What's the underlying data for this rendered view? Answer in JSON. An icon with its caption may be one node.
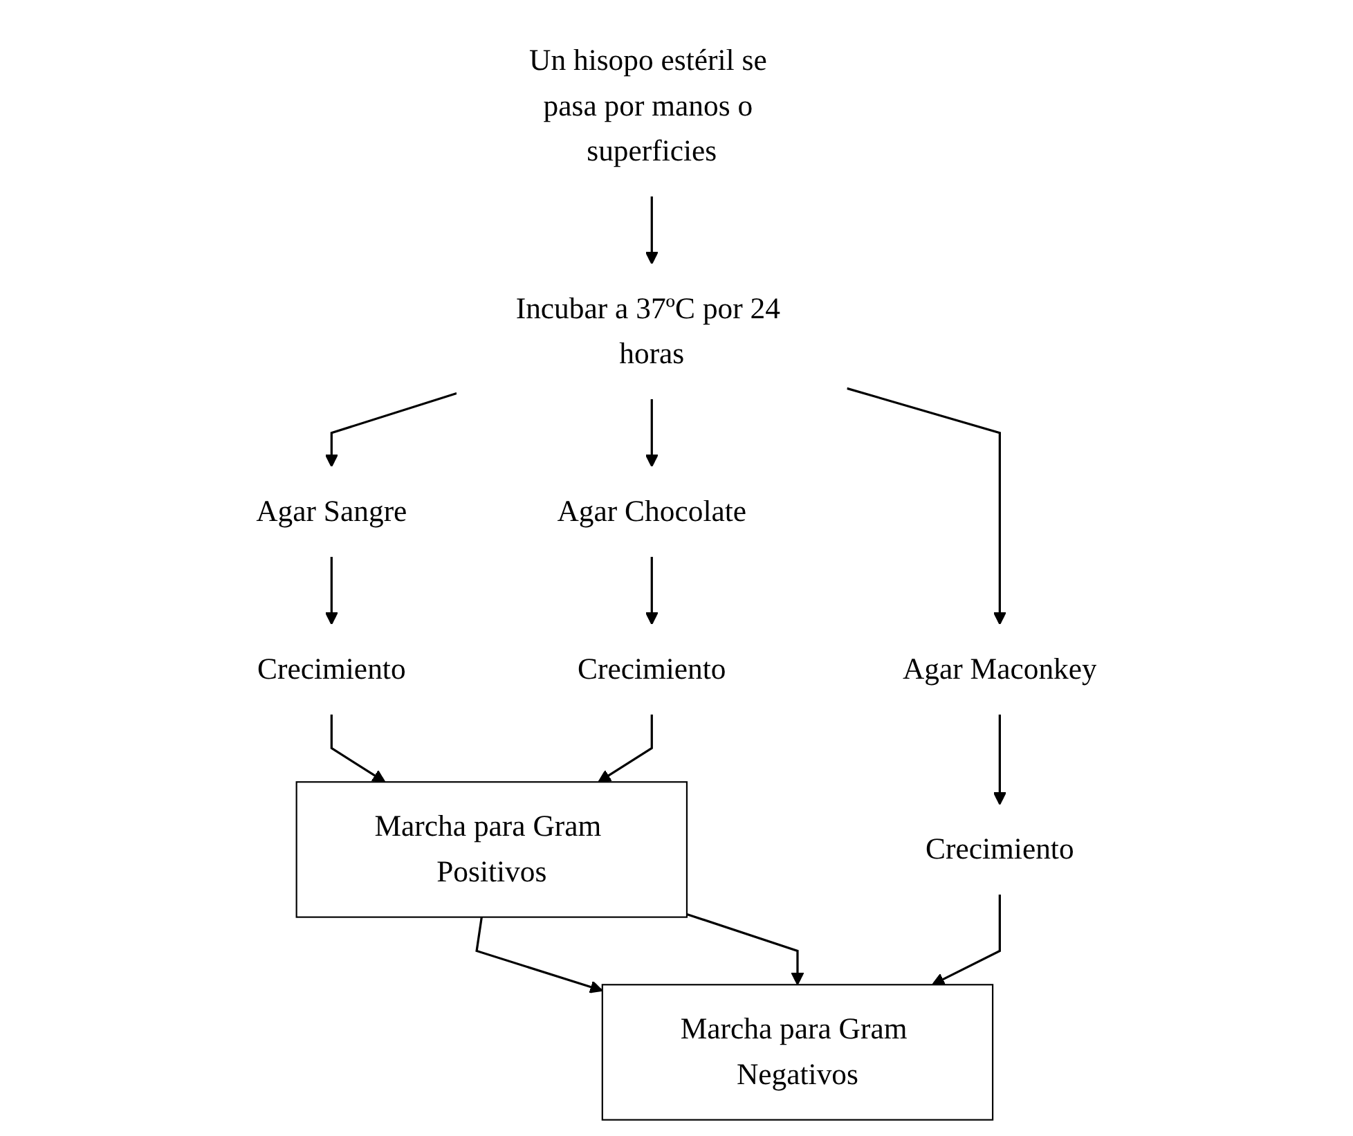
{
  "diagram": {
    "nodes": [
      {
        "text": [
          "Un hisopo estéril se pasa por manos o superficies"
        ]
      },
      {
        "text": [
          "Incubar a 37ºC por 24 horas"
        ]
      },
      {
        "text": [
          "Agar Sangre"
        ]
      },
      {
        "text": [
          "Agar Chocolate"
        ]
      },
      {
        "text": [
          "Agar Maconkey"
        ]
      },
      {
        "text": [
          "Crecimiento"
        ]
      },
      {
        "text": [
          "Crecimiento"
        ]
      },
      {
        "text": [
          "Crecimiento"
        ]
      },
      {
        "text": [
          "Marcha para Gram Positivos"
        ]
      },
      {
        "text": [
          "Marcha para Gram Negativos"
        ]
      }
    ],
    "edges": [
      {
        "from": 0,
        "to": 1,
        "arrow": "to"
      },
      {
        "from": 1,
        "to": 2,
        "arrow": "to"
      },
      {
        "from": 1,
        "to": 3,
        "arrow": "to"
      },
      {
        "from": 1,
        "to": 4,
        "arrow": "to"
      },
      {
        "from": 2,
        "to": 5,
        "arrow": "to"
      },
      {
        "from": 3,
        "to": 6,
        "arrow": "to"
      },
      {
        "from": 4,
        "to": 7,
        "arrow": "to"
      },
      {
        "from": 5,
        "to": 8,
        "arrow": "to"
      },
      {
        "from": 6,
        "to": 8,
        "arrow": "to"
      },
      {
        "from": 8,
        "to": 9,
        "arrow": "to"
      },
      {
        "from": 8,
        "to": 9,
        "arrow": "to"
      },
      {
        "from": 7,
        "to": 9,
        "arrow": "to"
      }
    ]
  }
}
